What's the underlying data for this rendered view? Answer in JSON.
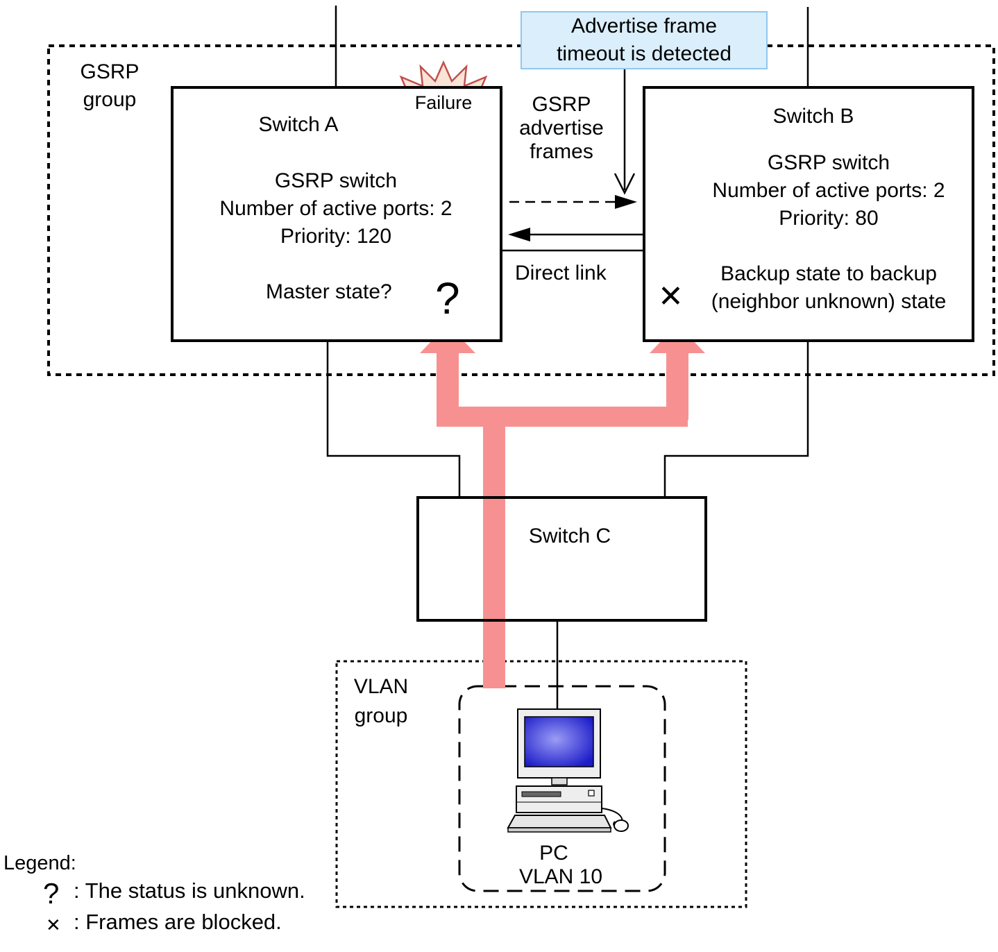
{
  "gsrp_group": {
    "label_line1": "GSRP",
    "label_line2": "group"
  },
  "callout": {
    "line1": "Advertise frame",
    "line2": "timeout is detected"
  },
  "failure_label": "Failure",
  "frames_label": {
    "line1": "GSRP",
    "line2": "advertise",
    "line3": "frames"
  },
  "direct_link_label": "Direct link",
  "switch_a": {
    "title": "Switch A",
    "role": "GSRP switch",
    "ports": "Number of active ports: 2",
    "priority": "Priority: 120",
    "state": "Master state?"
  },
  "switch_b": {
    "title": "Switch B",
    "role": "GSRP switch",
    "ports": "Number of active ports: 2",
    "priority": "Priority: 80",
    "state_line1": "Backup state to backup",
    "state_line2": "(neighbor unknown) state"
  },
  "switch_c": {
    "title": "Switch C"
  },
  "vlan_group": {
    "label_line1": "VLAN",
    "label_line2": "group"
  },
  "pc": {
    "line1": "PC",
    "line2": "VLAN 10"
  },
  "legend": {
    "title": "Legend:",
    "unknown_symbol": "?",
    "unknown_text": ": The status is unknown.",
    "blocked_symbol": "✕",
    "blocked_text": ": Frames are blocked."
  },
  "colors": {
    "flow_arrow": "#f79191",
    "callout_fill": "#dbeefb",
    "callout_border": "#8ec8ee",
    "failure_fill": "#fbe3d6",
    "failure_border": "#c0504d"
  }
}
